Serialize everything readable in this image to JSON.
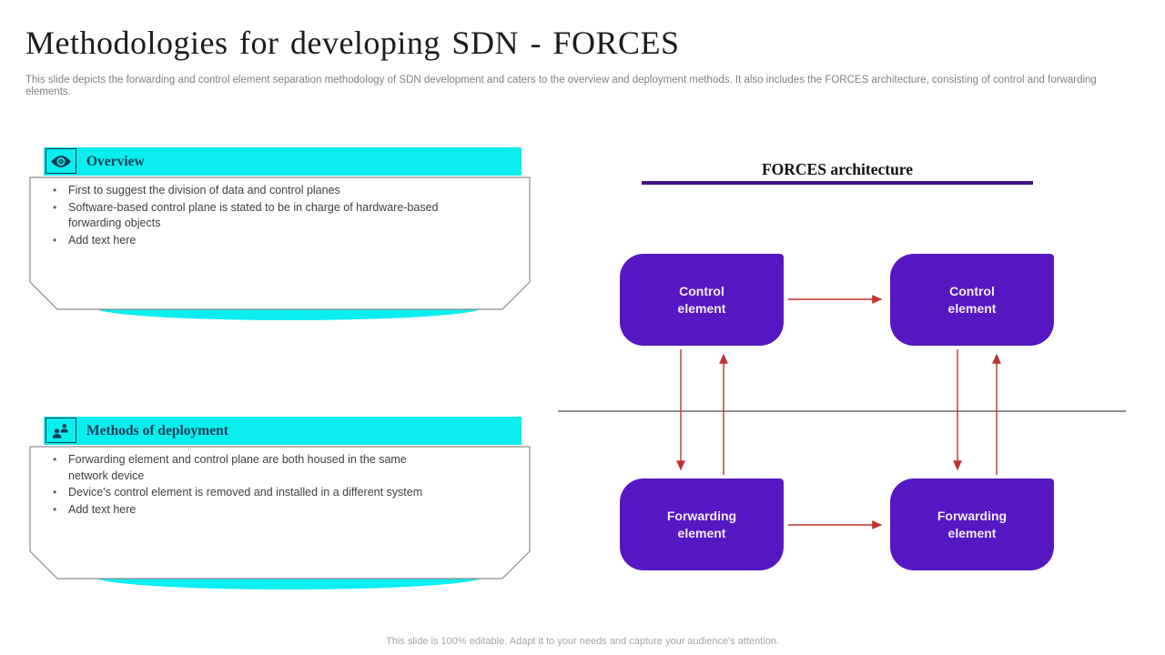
{
  "slide": {
    "title": "Methodologies for developing SDN - FORCES",
    "subtitle": "This slide depicts the forwarding and control element separation methodology of SDN development and caters to the overview  and deployment methods. It also includes the FORCES architecture, consisting of control and forwarding elements.",
    "footer": "This slide is 100% editable.  Adapt it to your needs and capture your audience's attention."
  },
  "panels": {
    "overview": {
      "header": "Overview",
      "icon": "eye-icon",
      "bullets": [
        "First to suggest the division of data and control planes",
        "Software-based control plane is stated to be in charge of hardware-based\nforwarding objects",
        "Add text here"
      ]
    },
    "deployment": {
      "header": "Methods of deployment",
      "icon": "user-gear-icon",
      "bullets": [
        "Forwarding element and control plane are both housed in the same\nnetwork device",
        "Device's control element is removed and installed in a different system",
        "Add text here"
      ]
    }
  },
  "architecture": {
    "title": "FORCES architecture",
    "nodes": {
      "control_left": "Control\nelement",
      "control_right": "Control\nelement",
      "forwarding_left": "Forwarding\nelement",
      "forwarding_right": "Forwarding\nelement"
    }
  },
  "colors": {
    "accent_cyan": "#0BEEF0",
    "node_purple": "#5617C3",
    "rule_purple": "#42127E",
    "arrow_red": "#C33030",
    "header_text": "#0B3C55"
  }
}
